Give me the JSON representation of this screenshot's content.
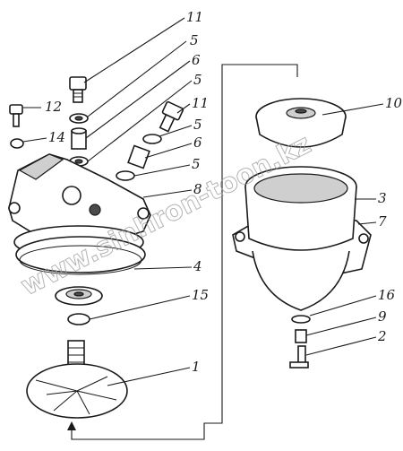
{
  "watermark": "www.sinhron-toon.kz",
  "callouts": [
    "11",
    "5",
    "6",
    "5",
    "11",
    "5",
    "6",
    "5",
    "12",
    "14",
    "8",
    "10",
    "3",
    "7",
    "4",
    "15",
    "16",
    "9",
    "2",
    "1"
  ],
  "colors": {
    "ink": "#1a1a1a",
    "shade": "#cfcfcf",
    "watermark": "#9a9a9a"
  }
}
